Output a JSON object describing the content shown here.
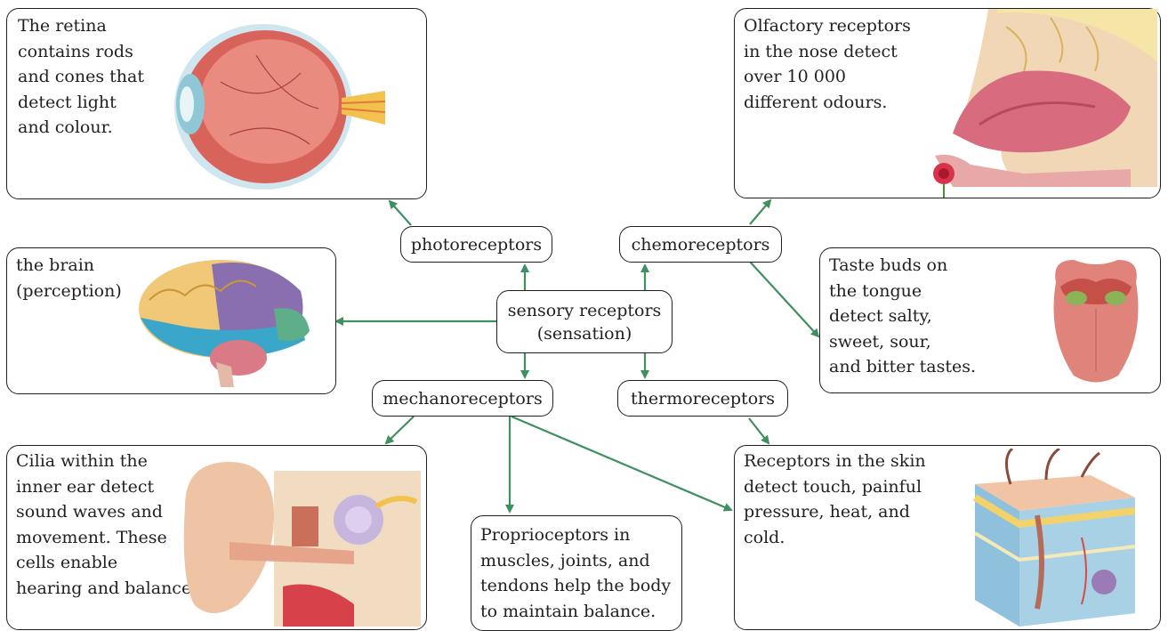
{
  "center": {
    "label": "sensory receptors\n(sensation)"
  },
  "receptors": {
    "photo": "photoreceptors",
    "chemo": "chemoreceptors",
    "mechano": "mechanoreceptors",
    "thermo": "thermoreceptors"
  },
  "boxes": {
    "eye": "The retina\ncontains rods\nand cones that\ndetect light\nand colour.",
    "nose": "Olfactory receptors\nin the nose detect\nover 10 000\ndifferent odours.",
    "brain": "the brain\n(perception)",
    "tongue": "Taste buds on\nthe tongue\ndetect salty,\nsweet, sour,\nand bitter tastes.",
    "ear": "Cilia within the\ninner ear detect\nsound waves and\nmovement. These\ncells enable\nhearing and balance.",
    "proprio": "Proprioceptors in\nmuscles, joints, and\ntendons help the body\nto maintain balance.",
    "skin": "Receptors in the skin\ndetect touch, painful\npressure, heat, and\ncold."
  },
  "colors": {
    "arrow": "#3f8f5f",
    "border": "#231f20"
  }
}
